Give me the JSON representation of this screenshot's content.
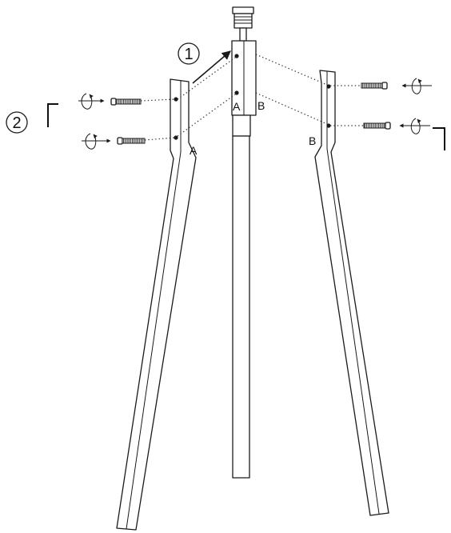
{
  "steps": {
    "one": "1",
    "two": "2"
  },
  "labels": {
    "pole_a": "A",
    "pole_b": "B",
    "leg_left_a": "A",
    "leg_right_b": "B"
  },
  "colors": {
    "line": "#1a1a1a",
    "background": "#ffffff"
  }
}
